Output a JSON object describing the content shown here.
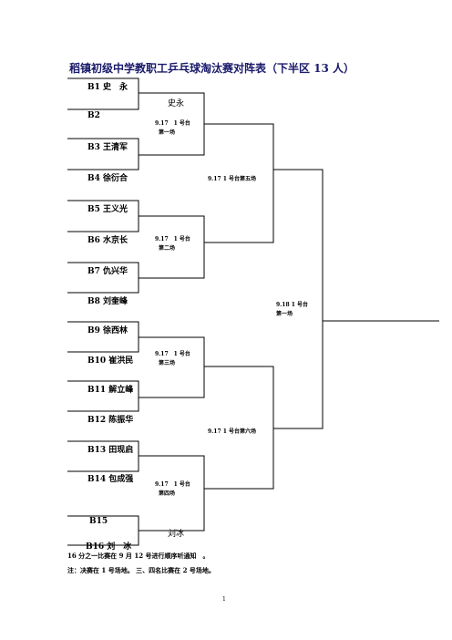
{
  "title": "稻镇初级中学教职工乒乓球淘汰赛对阵表（下半区 13 人）",
  "players": [
    "B1 史　永",
    "B2",
    "B3 王清军",
    "B4 徐衍合",
    "B5 王义光",
    "B6 水京长",
    "B7 仇兴华",
    "B8 刘奎峰",
    "B9 徐西林",
    "B10 崔洪民",
    "B11 解立峰",
    "B12 陈振华",
    "B13 田现启",
    "B14 包成强",
    "B15",
    "B16 刘　冰"
  ],
  "winners": {
    "top": "史永",
    "bottom": "刘冰"
  },
  "matches": {
    "m1": {
      "line1": "9.17　1 号台",
      "line2": "第一场"
    },
    "m2": {
      "line1": "9.17　1 号台",
      "line2": "第二场"
    },
    "m3": {
      "line1": "9.17　1 号台",
      "line2": "第三场"
    },
    "m4": {
      "line1": "9.17　1 号台",
      "line2": "第四场"
    },
    "m5": "9.17 1 号台第五场",
    "m6": "9.17 1 号台第六场",
    "m7": {
      "line1": "9.18 1 号台",
      "line2": "第一场"
    }
  },
  "notes": [
    "16 分之一比赛在 9 月 12 号进行顺序听通知　。",
    "注：决赛在 1 号场地。 三、四名比赛在 2 号场地。"
  ],
  "page_number": "1"
}
